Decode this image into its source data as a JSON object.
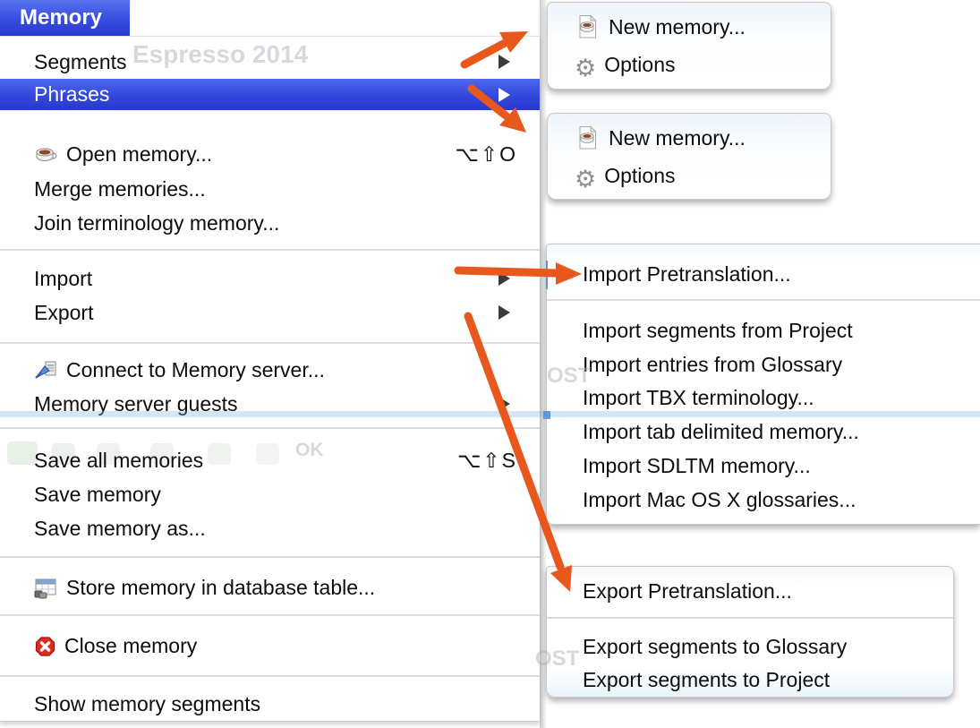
{
  "menubar": {
    "title": "Memory"
  },
  "background_bleed": {
    "app_title": "Espresso 2014",
    "toolbar_ok": "OK",
    "text_right_upper": "OST",
    "text_right_lower": "OST"
  },
  "main_menu": {
    "items": [
      {
        "label": "Segments",
        "has_submenu": true
      },
      {
        "label": "Phrases",
        "has_submenu": true,
        "highlighted": true
      },
      {
        "label": "Open memory...",
        "icon": "coffee-cup",
        "shortcut": "⌥⇧O"
      },
      {
        "label": "Merge memories..."
      },
      {
        "label": "Join terminology memory..."
      },
      {
        "label": "Import",
        "has_submenu": true
      },
      {
        "label": "Export",
        "has_submenu": true
      },
      {
        "label": "Connect to Memory server...",
        "icon": "memory-server"
      },
      {
        "label": "Memory server guests",
        "has_submenu": true
      },
      {
        "label": "Save all memories",
        "shortcut": "⌥⇧S"
      },
      {
        "label": "Save memory"
      },
      {
        "label": "Save memory as..."
      },
      {
        "label": "Store memory in database table...",
        "icon": "database-table"
      },
      {
        "label": "Close memory",
        "icon": "close-red"
      },
      {
        "label": "Show memory segments"
      }
    ]
  },
  "segments_submenu": {
    "items": [
      {
        "label": "New memory...",
        "icon": "new-memory"
      },
      {
        "label": "Options",
        "icon": "gear"
      }
    ]
  },
  "phrases_submenu": {
    "items": [
      {
        "label": "New memory...",
        "icon": "new-memory"
      },
      {
        "label": "Options",
        "icon": "gear"
      }
    ]
  },
  "import_submenu": {
    "items": [
      "Import Pretranslation...",
      "Import segments from Project",
      "Import entries from Glossary",
      "Import TBX terminology...",
      "Import tab delimited memory...",
      "Import SDLTM memory...",
      "Import Mac OS X glossaries..."
    ]
  },
  "export_submenu": {
    "items": [
      "Export Pretranslation...",
      "Export segments to Glossary",
      "Export segments to Project"
    ]
  },
  "icon_glyphs": {
    "gear": "⚙"
  },
  "annotations": {
    "arrow_color": "#e8581c",
    "arrow_count": 4
  },
  "colors": {
    "selection_blue_top": "#4c68ea",
    "selection_blue_bottom": "#2a36cf",
    "separator": "#dbdbdb",
    "arrow_orange": "#e8581c"
  }
}
